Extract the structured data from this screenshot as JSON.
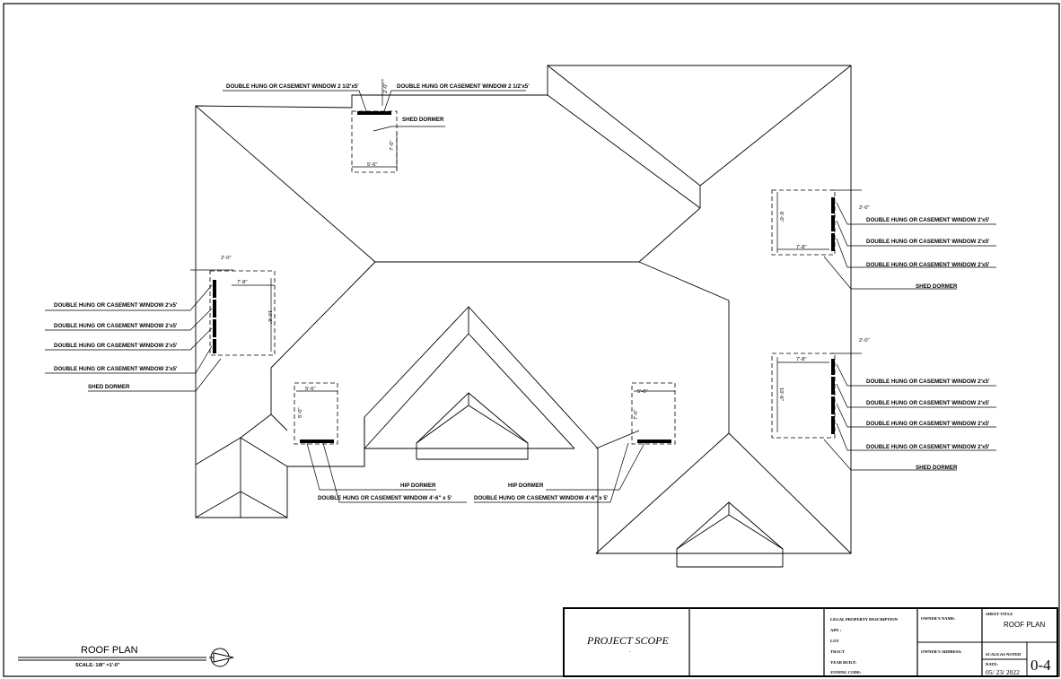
{
  "title_block": {
    "project_scope": "PROJECT SCOPE",
    "project_scope_sub": "-",
    "legal_property_description": "LEGAL PROPERTY DESCRIPTION",
    "apn": "APN :",
    "lot": "LOT",
    "tract": "TRACT",
    "year_built": "YEAR BUILT:",
    "zoning_code": "ZONING CODE:",
    "owners_name": "OWNER'S NAME:",
    "owners_address": "OWNER'S ADDRESS:",
    "sheet_title_label": "SHEET TITLE",
    "sheet_title": "ROOF PLAN",
    "scale_label": "SCALE:",
    "scale_value": "AS NOTED",
    "date_label": "DATE:",
    "date_value": "05/ 23/ 2022",
    "sheet_number": "0-4"
  },
  "drawing": {
    "title": "ROOF PLAN",
    "scale": "SCALE: 1/8\" =1'-0\""
  },
  "labels": {
    "dh_2half": "DOUBLE HUNG OR CASEMENT WINDOW 2 1/2'x5'",
    "dh_2x5": "DOUBLE HUNG OR CASEMENT WINDOW 2'x5'",
    "dh_46x5": "DOUBLE HUNG OR CASEMENT WINDOW 4'-6\" x 5'",
    "shed_dormer": "SHED DORMER",
    "hip_dormer": "HIP DORMER"
  },
  "dims": {
    "d2_0": "2'-0\"",
    "d5_6": "5'-6\"",
    "d7_8": "7'-8\"",
    "d10_6": "10'-6\"",
    "d7_0": "7'-0\"",
    "d6_0": "6'-0\"",
    "d5_0": "5'-0\""
  }
}
